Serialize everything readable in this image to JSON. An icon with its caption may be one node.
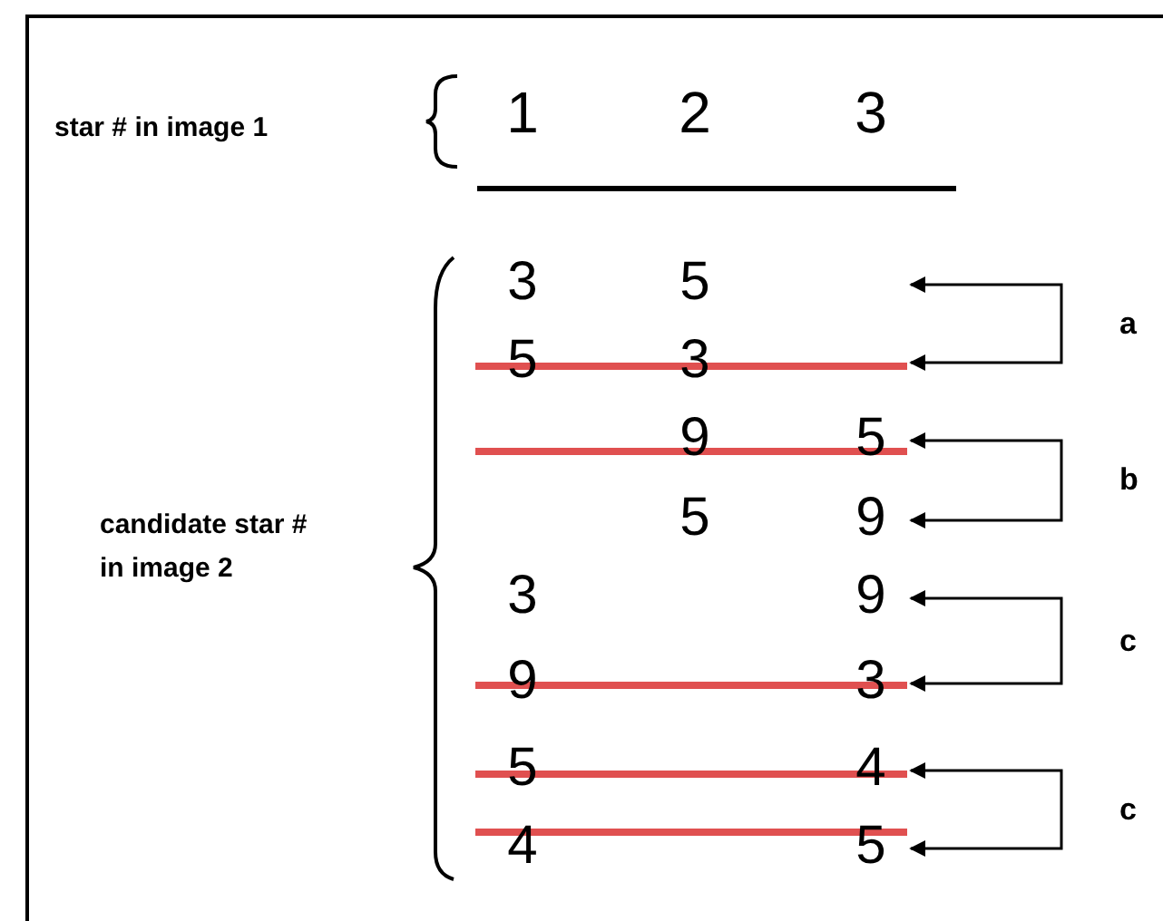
{
  "diagram": {
    "nodes": [
      {
        "text": [
          "3",
          "5"
        ]
      },
      {
        "text": [
          "5",
          "3"
        ]
      },
      {
        "text": [
          "9",
          "5"
        ]
      },
      {
        "text": [
          "5",
          "9"
        ]
      },
      {
        "text": [
          "3",
          "9"
        ]
      },
      {
        "text": [
          "9",
          "3"
        ]
      },
      {
        "text": [
          "5",
          "4"
        ]
      },
      {
        "text": [
          "4",
          "5"
        ]
      }
    ],
    "edges": [
      {
        "from": 0,
        "to": 1,
        "arrow": "both",
        "label": "a"
      },
      {
        "from": 2,
        "to": 3,
        "arrow": "both",
        "label": "b"
      },
      {
        "from": 4,
        "to": 5,
        "arrow": "both",
        "label": "c"
      },
      {
        "from": 6,
        "to": 7,
        "arrow": "both",
        "label": "c"
      }
    ],
    "labels": [
      "star # in image 1",
      "1",
      "2",
      "3",
      "candidate star # in image 2"
    ]
  }
}
